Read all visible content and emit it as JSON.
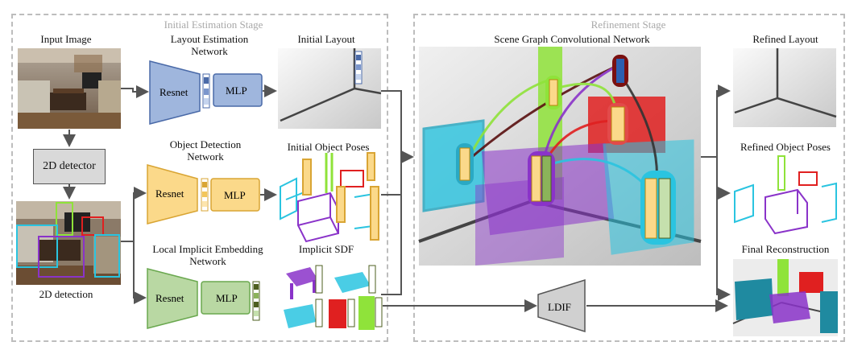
{
  "stages": {
    "initial": "Initial Estimation Stage",
    "refinement": "Refinement Stage"
  },
  "labels": {
    "input_image": "Input Image",
    "detector": "2D detector",
    "detection": "2D detection",
    "layout_net_l1": "Layout Estimation",
    "layout_net_l2": "Network",
    "object_net_l1": "Object Detection",
    "object_net_l2": "Network",
    "lien_l1": "Local Implicit Embedding",
    "lien_l2": "Network",
    "initial_layout": "Initial Layout",
    "initial_poses": "Initial Object Poses",
    "implicit_sdf": "Implicit SDF",
    "sgcn": "Scene Graph Convolutional Network",
    "refined_layout": "Refined Layout",
    "refined_poses": "Refined Object Poses",
    "final_recon": "Final Reconstruction",
    "ldif": "LDIF"
  },
  "networks": {
    "resnet": "Resnet",
    "mlp": "MLP"
  },
  "colors": {
    "blue": "#9fb6dd",
    "yellow": "#fbd98a",
    "green": "#b9d8a3",
    "cyan": "#2ac4e0",
    "purple": "#8a33c9",
    "red": "#e02020",
    "lime": "#8fe33a",
    "olive": "#4d5f1f"
  }
}
